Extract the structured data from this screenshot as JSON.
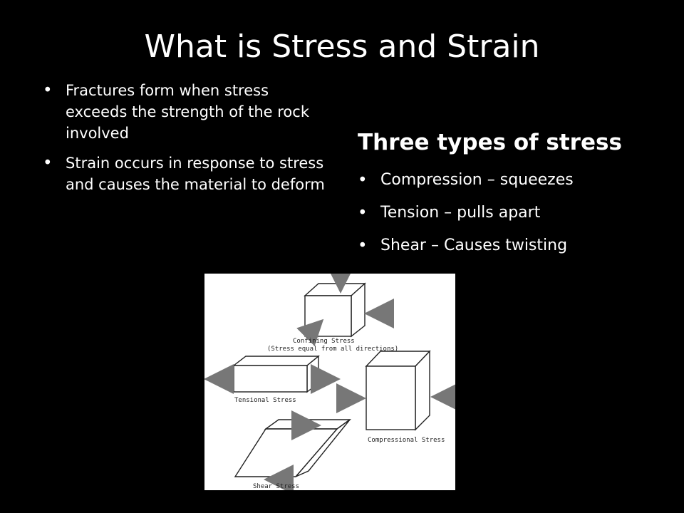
{
  "slide": {
    "title": "What is Stress and Strain",
    "left_bullets": [
      "Fractures form when stress exceeds the strength of the rock involved",
      "Strain occurs in response to stress and causes the material to deform"
    ],
    "right_heading": "Three types of stress",
    "right_bullets": [
      "Compression – squeezes",
      "Tension – pulls apart",
      "Shear – Causes twisting"
    ]
  },
  "diagram": {
    "labels": {
      "confining_line1": "Confining Stress",
      "confining_line2": "(Stress equal from all directions)",
      "tensional": "Tensional Stress",
      "compressional": "Compressional Stress",
      "shear": "Shear Stress"
    }
  },
  "colors": {
    "background": "#000000",
    "text": "#ffffff",
    "diagram_background": "#ffffff",
    "diagram_lines": "#222222",
    "arrow_fill": "#777777"
  }
}
